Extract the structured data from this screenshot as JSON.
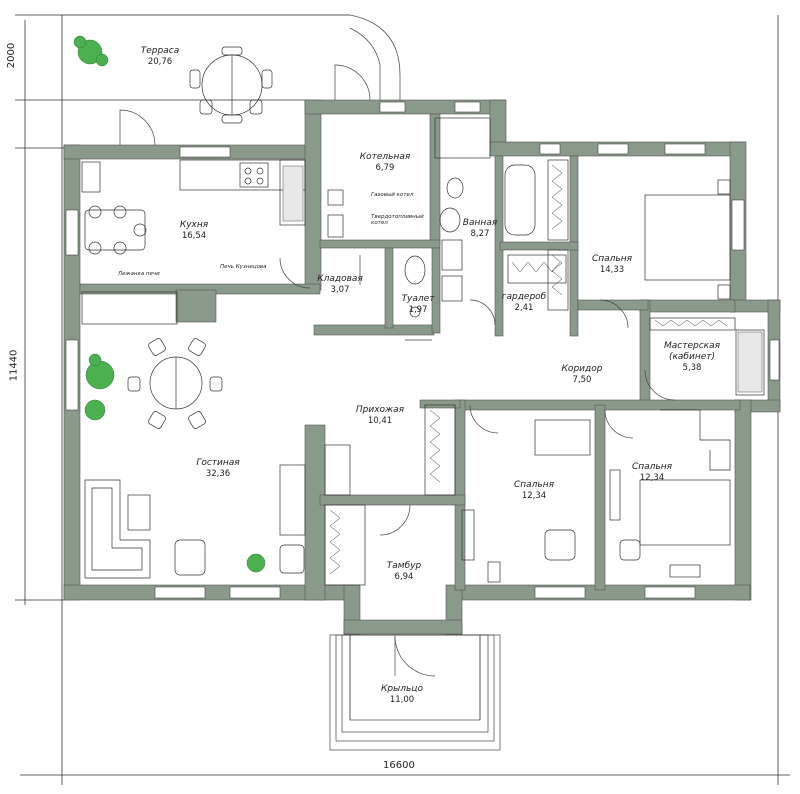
{
  "dimensions": {
    "overall_width": "16600",
    "overall_depth": "11440",
    "terrace_depth": "2000"
  },
  "rooms": [
    {
      "id": "terrace",
      "name": "Терраса",
      "area": "20,76"
    },
    {
      "id": "kitchen",
      "name": "Кухня",
      "area": "16,54"
    },
    {
      "id": "boiler",
      "name": "Котельная",
      "area": "6,79"
    },
    {
      "id": "bath",
      "name": "Ванная",
      "area": "8,27"
    },
    {
      "id": "bed1",
      "name": "Спальня",
      "area": "14,33"
    },
    {
      "id": "pantry",
      "name": "Кладовая",
      "area": "3,07"
    },
    {
      "id": "toilet",
      "name": "Туалет",
      "area": "1,97"
    },
    {
      "id": "wardrobe",
      "name": "гардероб",
      "area": "2,41"
    },
    {
      "id": "workshop",
      "name": "Мастерская (кабинет)",
      "area": "5,38"
    },
    {
      "id": "corridor",
      "name": "Коридор",
      "area": "7,50"
    },
    {
      "id": "hall",
      "name": "Прихожая",
      "area": "10,41"
    },
    {
      "id": "living",
      "name": "Гостиная",
      "area": "32,36"
    },
    {
      "id": "bed2",
      "name": "Спальня",
      "area": "12,34"
    },
    {
      "id": "bed3",
      "name": "Спальня",
      "area": "12,34"
    },
    {
      "id": "vestibule",
      "name": "Тамбур",
      "area": "6,94"
    },
    {
      "id": "porch",
      "name": "Крыльцо",
      "area": "11,00"
    }
  ],
  "notes": {
    "gas_boiler": "Газовый котел",
    "solid_fuel_boiler": "Твердотопливный котел",
    "stove": "Печь Кузнецова",
    "stove_bench": "Лежанка печи"
  },
  "colors": {
    "wall": "#8a9a8a",
    "line": "#333333",
    "plant": "#4caf50"
  }
}
